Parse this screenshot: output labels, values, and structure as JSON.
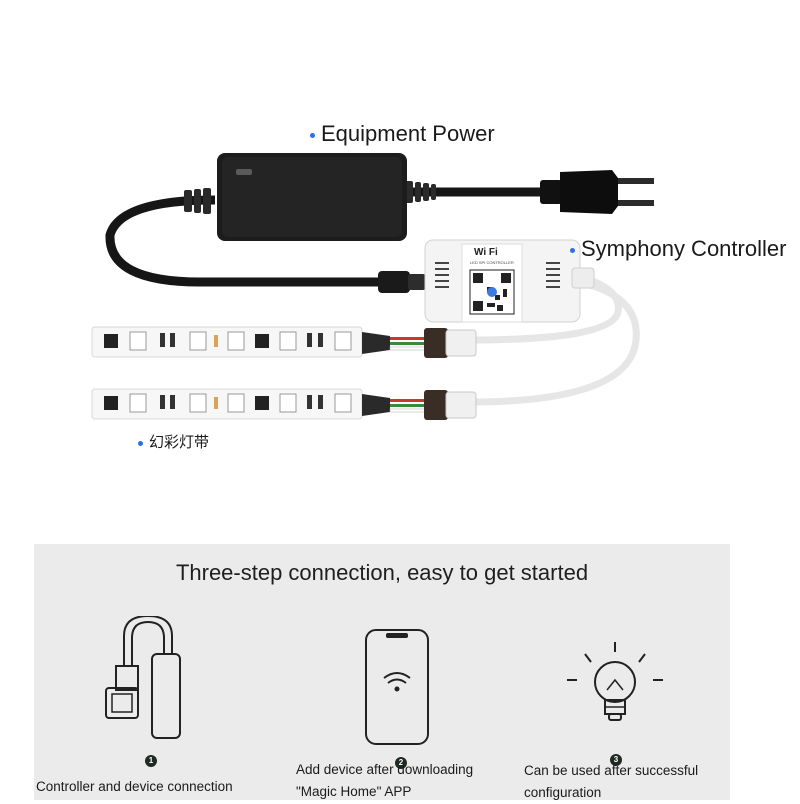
{
  "labels": {
    "equipment_power": "Equipment Power",
    "symphony_controller": "Symphony Controller",
    "strip_label": "幻彩灯带"
  },
  "device": {
    "wifi_text": "Wi Fi",
    "controller_subtitle": "LED SPI CONTROLLER"
  },
  "colors": {
    "bullet": "#2f6fe0",
    "adapter_body": "#1c1c1c",
    "controller_body": "#f4f4f4",
    "panel_bg": "#ebebeb"
  },
  "panel": {
    "title": "Three-step connection, easy to get started",
    "steps": [
      {
        "number": "1",
        "icon": "controller-cable-icon",
        "line1": "Controller and device connection",
        "line2": ""
      },
      {
        "number": "2",
        "icon": "phone-wifi-icon",
        "line1": "Add device after downloading",
        "line2": "\"Magic Home\" APP"
      },
      {
        "number": "3",
        "icon": "light-bulb-icon",
        "line1": "Can be used after successful",
        "line2": "configuration"
      }
    ]
  }
}
